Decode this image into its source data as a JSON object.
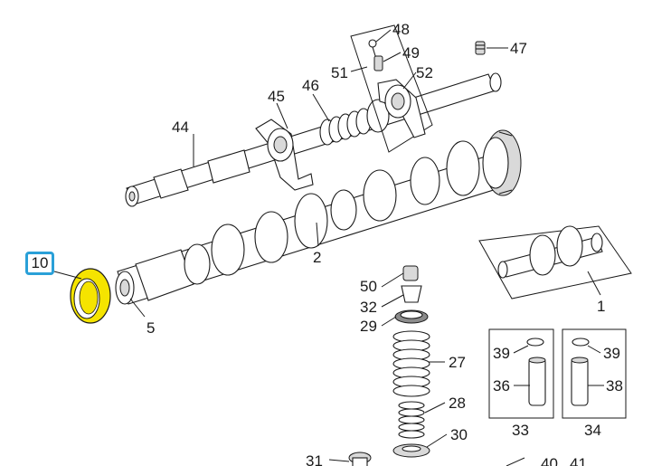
{
  "diagram": {
    "highlighted_part": "10",
    "highlight_color": "#f5e400",
    "callout_color": "#2aa0d8",
    "labels": {
      "p1": "1",
      "p2": "2",
      "p5": "5",
      "p10": "10",
      "p27": "27",
      "p28": "28",
      "p29": "29",
      "p30": "30",
      "p31": "31",
      "p32": "32",
      "p33": "33",
      "p34": "34",
      "p36": "36",
      "p38": "38",
      "p39a": "39",
      "p39b": "39",
      "p40": "40",
      "p41": "41",
      "p44": "44",
      "p45": "45",
      "p46": "46",
      "p47": "47",
      "p48": "48",
      "p49": "49",
      "p50": "50",
      "p51": "51",
      "p52": "52"
    }
  }
}
